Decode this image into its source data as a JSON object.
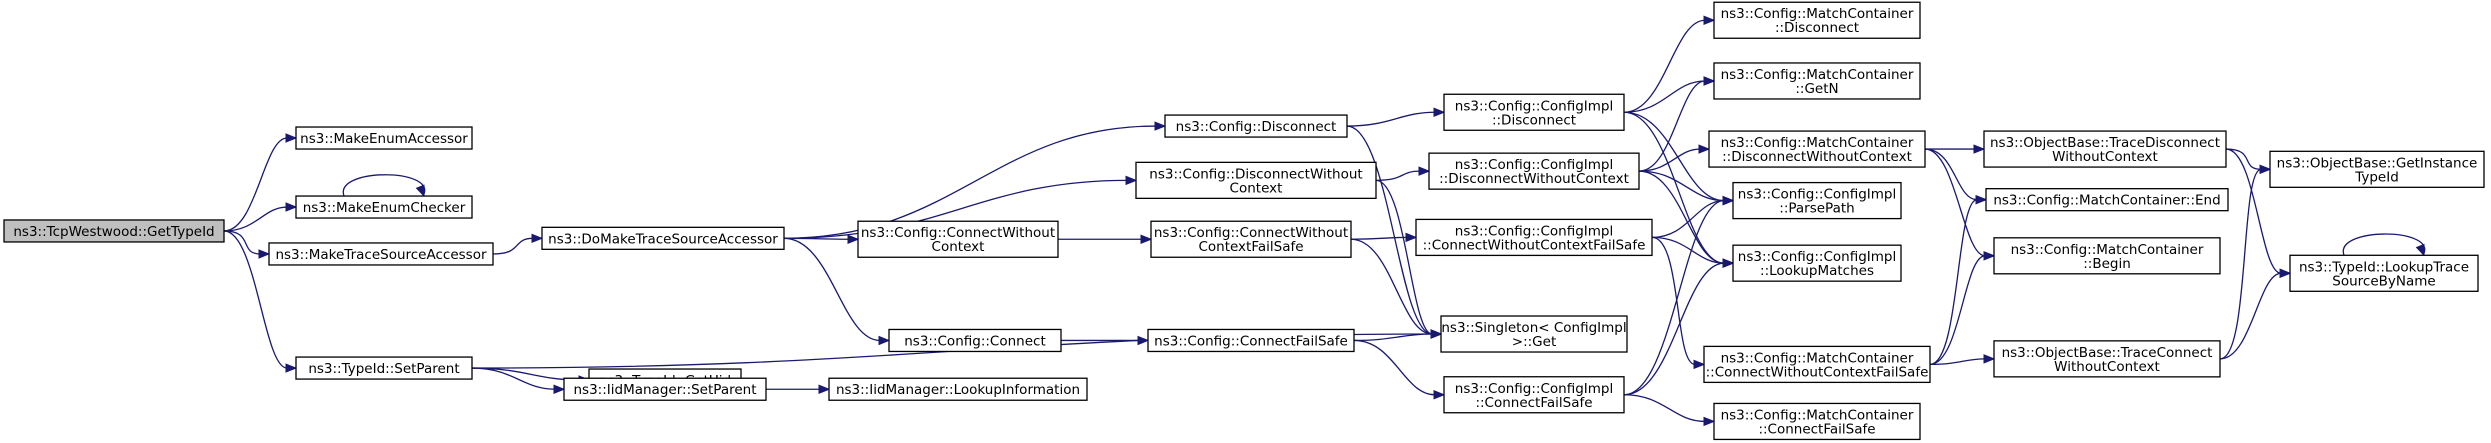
{
  "diagram": {
    "type": "call-graph",
    "colors": {
      "edge": "#191970",
      "root_fill": "#bfbfbf",
      "node_fill": "#ffffff",
      "border": "#000000"
    },
    "nodes": [
      {
        "id": "root",
        "lines": [
          "ns3::TcpWestwood::GetTypeId"
        ],
        "root": true
      },
      {
        "id": "makeEnumAccessor",
        "lines": [
          "ns3::MakeEnumAccessor"
        ]
      },
      {
        "id": "makeEnumChecker",
        "lines": [
          "ns3::MakeEnumChecker"
        ]
      },
      {
        "id": "makeTraceSourceAccessor",
        "lines": [
          "ns3::MakeTraceSourceAccessor"
        ]
      },
      {
        "id": "typeIdSetParent",
        "lines": [
          "ns3::TypeId::SetParent"
        ]
      },
      {
        "id": "doMakeTraceSourceAccessor",
        "lines": [
          "ns3::DoMakeTraceSourceAccessor"
        ]
      },
      {
        "id": "typeIdGetUid",
        "lines": [
          "ns3::TypeId::GetUid"
        ]
      },
      {
        "id": "iidManagerSetParent",
        "lines": [
          "ns3::IidManager::SetParent"
        ]
      },
      {
        "id": "iidManagerLookupInformation",
        "lines": [
          "ns3::IidManager::LookupInformation"
        ]
      },
      {
        "id": "configDisconnect",
        "lines": [
          "ns3::Config::Disconnect"
        ]
      },
      {
        "id": "configDisconnectWithoutContext",
        "lines": [
          "ns3::Config::DisconnectWithout",
          "Context"
        ]
      },
      {
        "id": "configConnectWithoutContext",
        "lines": [
          "ns3::Config::ConnectWithout",
          "Context"
        ]
      },
      {
        "id": "configConnect",
        "lines": [
          "ns3::Config::Connect"
        ]
      },
      {
        "id": "configConnectWithoutContextFailSafe",
        "lines": [
          "ns3::Config::ConnectWithout",
          "ContextFailSafe"
        ]
      },
      {
        "id": "configConnectFailSafe",
        "lines": [
          "ns3::Config::ConnectFailSafe"
        ]
      },
      {
        "id": "implDisconnect",
        "lines": [
          "ns3::Config::ConfigImpl",
          "::Disconnect"
        ]
      },
      {
        "id": "implDisconnectWithoutContext",
        "lines": [
          "ns3::Config::ConfigImpl",
          "::DisconnectWithoutContext"
        ]
      },
      {
        "id": "implConnectWithoutContextFailSafe",
        "lines": [
          "ns3::Config::ConfigImpl",
          "::ConnectWithoutContextFailSafe"
        ]
      },
      {
        "id": "singletonGet",
        "lines": [
          "ns3::Singleton< ConfigImpl",
          " >::Get"
        ]
      },
      {
        "id": "implConnectFailSafe",
        "lines": [
          "ns3::Config::ConfigImpl",
          "::ConnectFailSafe"
        ]
      },
      {
        "id": "mcDisconnect",
        "lines": [
          "ns3::Config::MatchContainer",
          "::Disconnect"
        ]
      },
      {
        "id": "mcGetN",
        "lines": [
          "ns3::Config::MatchContainer",
          "::GetN"
        ]
      },
      {
        "id": "mcDisconnectWithoutContext",
        "lines": [
          "ns3::Config::MatchContainer",
          "::DisconnectWithoutContext"
        ]
      },
      {
        "id": "implParsePath",
        "lines": [
          "ns3::Config::ConfigImpl",
          "::ParsePath"
        ]
      },
      {
        "id": "implLookupMatches",
        "lines": [
          "ns3::Config::ConfigImpl",
          "::LookupMatches"
        ]
      },
      {
        "id": "mcConnectWithoutContextFailSafe",
        "lines": [
          "ns3::Config::MatchContainer",
          "::ConnectWithoutContextFailSafe"
        ]
      },
      {
        "id": "mcConnectFailSafe",
        "lines": [
          "ns3::Config::MatchContainer",
          "::ConnectFailSafe"
        ]
      },
      {
        "id": "obTraceDisconnect",
        "lines": [
          "ns3::ObjectBase::TraceDisconnect",
          "WithoutContext"
        ]
      },
      {
        "id": "mcEnd",
        "lines": [
          "ns3::Config::MatchContainer::End"
        ]
      },
      {
        "id": "mcBegin",
        "lines": [
          "ns3::Config::MatchContainer",
          "::Begin"
        ]
      },
      {
        "id": "obTraceConnect",
        "lines": [
          "ns3::ObjectBase::TraceConnect",
          "WithoutContext"
        ]
      },
      {
        "id": "obGetInstanceTypeId",
        "lines": [
          "ns3::ObjectBase::GetInstance",
          "TypeId"
        ]
      },
      {
        "id": "typeIdLookupTraceSource",
        "lines": [
          "ns3::TypeId::LookupTrace",
          "SourceByName"
        ]
      }
    ],
    "edges": [
      [
        "root",
        "makeEnumAccessor"
      ],
      [
        "root",
        "makeEnumChecker"
      ],
      [
        "root",
        "makeTraceSourceAccessor"
      ],
      [
        "root",
        "typeIdSetParent"
      ],
      [
        "makeEnumChecker",
        "makeEnumChecker"
      ],
      [
        "makeTraceSourceAccessor",
        "doMakeTraceSourceAccessor"
      ],
      [
        "typeIdSetParent",
        "typeIdGetUid"
      ],
      [
        "typeIdSetParent",
        "iidManagerSetParent"
      ],
      [
        "typeIdSetParent",
        "singletonGet"
      ],
      [
        "iidManagerSetParent",
        "iidManagerLookupInformation"
      ],
      [
        "doMakeTraceSourceAccessor",
        "configDisconnect"
      ],
      [
        "doMakeTraceSourceAccessor",
        "configDisconnectWithoutContext"
      ],
      [
        "doMakeTraceSourceAccessor",
        "configConnectWithoutContext"
      ],
      [
        "doMakeTraceSourceAccessor",
        "configConnect"
      ],
      [
        "configDisconnect",
        "implDisconnect"
      ],
      [
        "configDisconnect",
        "singletonGet"
      ],
      [
        "configDisconnectWithoutContext",
        "implDisconnectWithoutContext"
      ],
      [
        "configDisconnectWithoutContext",
        "singletonGet"
      ],
      [
        "configConnectWithoutContext",
        "configConnectWithoutContextFailSafe"
      ],
      [
        "configConnect",
        "configConnectFailSafe"
      ],
      [
        "configConnectWithoutContextFailSafe",
        "implConnectWithoutContextFailSafe"
      ],
      [
        "configConnectWithoutContextFailSafe",
        "singletonGet"
      ],
      [
        "configConnectFailSafe",
        "singletonGet"
      ],
      [
        "configConnectFailSafe",
        "implConnectFailSafe"
      ],
      [
        "implDisconnect",
        "mcDisconnect"
      ],
      [
        "implDisconnect",
        "mcGetN"
      ],
      [
        "implDisconnect",
        "implParsePath"
      ],
      [
        "implDisconnect",
        "implLookupMatches"
      ],
      [
        "implDisconnectWithoutContext",
        "mcGetN"
      ],
      [
        "implDisconnectWithoutContext",
        "mcDisconnectWithoutContext"
      ],
      [
        "implDisconnectWithoutContext",
        "implParsePath"
      ],
      [
        "implDisconnectWithoutContext",
        "implLookupMatches"
      ],
      [
        "implConnectWithoutContextFailSafe",
        "implParsePath"
      ],
      [
        "implConnectWithoutContextFailSafe",
        "implLookupMatches"
      ],
      [
        "implConnectWithoutContextFailSafe",
        "mcConnectWithoutContextFailSafe"
      ],
      [
        "implConnectFailSafe",
        "implParsePath"
      ],
      [
        "implConnectFailSafe",
        "implLookupMatches"
      ],
      [
        "implConnectFailSafe",
        "mcConnectFailSafe"
      ],
      [
        "mcDisconnectWithoutContext",
        "obTraceDisconnect"
      ],
      [
        "mcDisconnectWithoutContext",
        "mcEnd"
      ],
      [
        "mcDisconnectWithoutContext",
        "mcBegin"
      ],
      [
        "mcConnectWithoutContextFailSafe",
        "mcEnd"
      ],
      [
        "mcConnectWithoutContextFailSafe",
        "mcBegin"
      ],
      [
        "mcConnectWithoutContextFailSafe",
        "obTraceConnect"
      ],
      [
        "obTraceDisconnect",
        "obGetInstanceTypeId"
      ],
      [
        "obTraceDisconnect",
        "typeIdLookupTraceSource"
      ],
      [
        "obTraceConnect",
        "obGetInstanceTypeId"
      ],
      [
        "obTraceConnect",
        "typeIdLookupTraceSource"
      ],
      [
        "typeIdLookupTraceSource",
        "typeIdLookupTraceSource"
      ]
    ]
  }
}
